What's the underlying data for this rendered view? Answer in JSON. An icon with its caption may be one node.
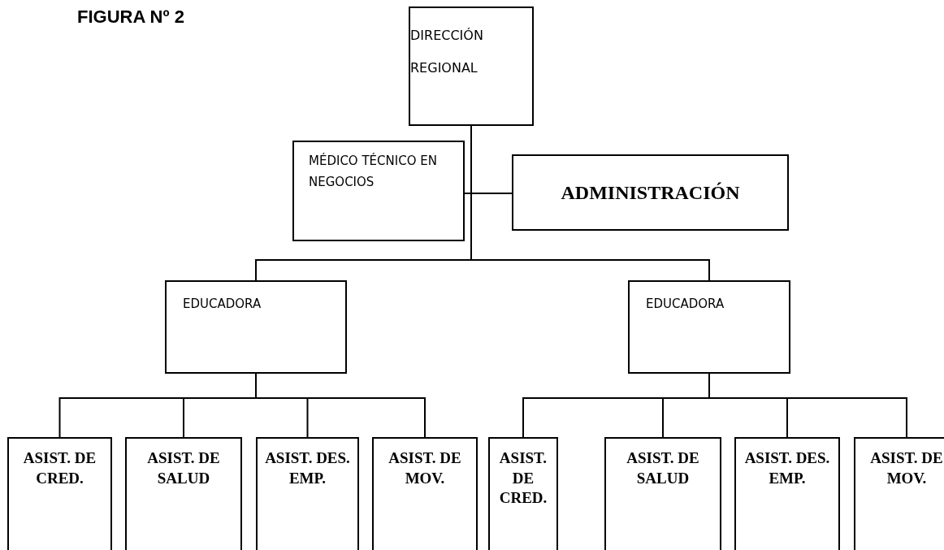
{
  "diagram": {
    "title": "FIGURA Nº 2",
    "nodes": [
      {
        "text": [
          "DIRECCIÓN REGIONAL"
        ]
      },
      {
        "text": [
          "MÉDICO TÉCNICO EN NEGOCIOS"
        ]
      },
      {
        "text": [
          "ADMINISTRACIÓN"
        ]
      },
      {
        "text": [
          "EDUCADORA"
        ]
      },
      {
        "text": [
          "EDUCADORA"
        ]
      },
      {
        "text": [
          "ASIST. DE CRED."
        ]
      },
      {
        "text": [
          "ASIST. DE SALUD"
        ]
      },
      {
        "text": [
          "ASIST. DES. EMP."
        ]
      },
      {
        "text": [
          "ASIST. DE MOV."
        ]
      },
      {
        "text": [
          "ASIST. DE CRED."
        ]
      },
      {
        "text": [
          "ASIST. DE SALUD"
        ]
      },
      {
        "text": [
          "ASIST. DES. EMP."
        ]
      },
      {
        "text": [
          "ASIST. DE MOV."
        ]
      }
    ],
    "edges": [
      {
        "from": 0,
        "to": 1,
        "arrow": "none"
      },
      {
        "from": 0,
        "to": 2,
        "arrow": "none"
      },
      {
        "from": 0,
        "to": 3,
        "arrow": "none"
      },
      {
        "from": 0,
        "to": 4,
        "arrow": "none"
      },
      {
        "from": 3,
        "to": 5,
        "arrow": "none"
      },
      {
        "from": 3,
        "to": 6,
        "arrow": "none"
      },
      {
        "from": 3,
        "to": 7,
        "arrow": "none"
      },
      {
        "from": 3,
        "to": 8,
        "arrow": "none"
      },
      {
        "from": 4,
        "to": 9,
        "arrow": "none"
      },
      {
        "from": 4,
        "to": 10,
        "arrow": "none"
      },
      {
        "from": 4,
        "to": 11,
        "arrow": "none"
      },
      {
        "from": 4,
        "to": 12,
        "arrow": "none"
      }
    ]
  }
}
